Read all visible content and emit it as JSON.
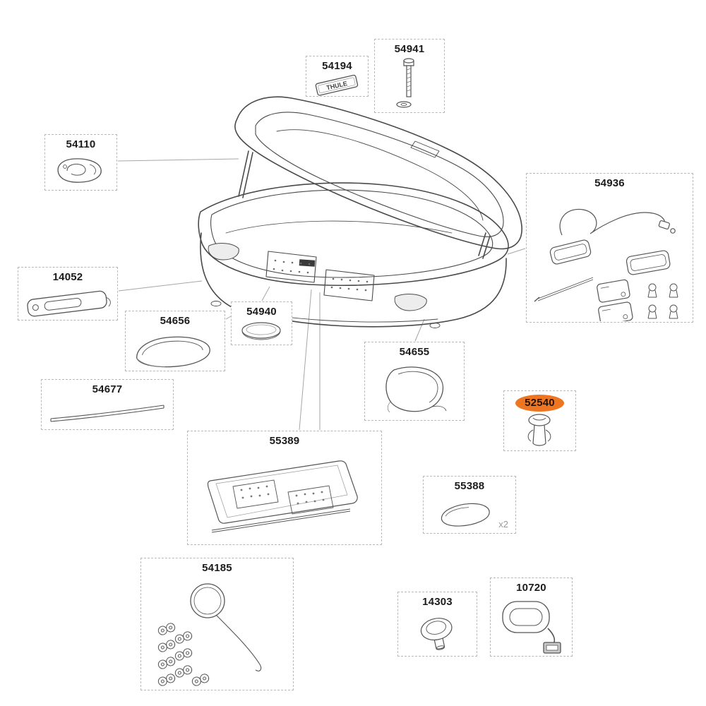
{
  "diagram": {
    "highlight_color": "#ee7623"
  },
  "parts": [
    {
      "id": "54194",
      "label": "54194",
      "badge_text": "THULE"
    },
    {
      "id": "54941",
      "label": "54941"
    },
    {
      "id": "54110",
      "label": "54110"
    },
    {
      "id": "54936",
      "label": "54936"
    },
    {
      "id": "14052",
      "label": "14052"
    },
    {
      "id": "54656",
      "label": "54656"
    },
    {
      "id": "54940",
      "label": "54940"
    },
    {
      "id": "54655",
      "label": "54655"
    },
    {
      "id": "54677",
      "label": "54677"
    },
    {
      "id": "52540",
      "label": "52540",
      "highlighted": true
    },
    {
      "id": "55389",
      "label": "55389"
    },
    {
      "id": "55388",
      "label": "55388",
      "quantity_note": "x2"
    },
    {
      "id": "54185",
      "label": "54185"
    },
    {
      "id": "14303",
      "label": "14303"
    },
    {
      "id": "10720",
      "label": "10720"
    }
  ]
}
